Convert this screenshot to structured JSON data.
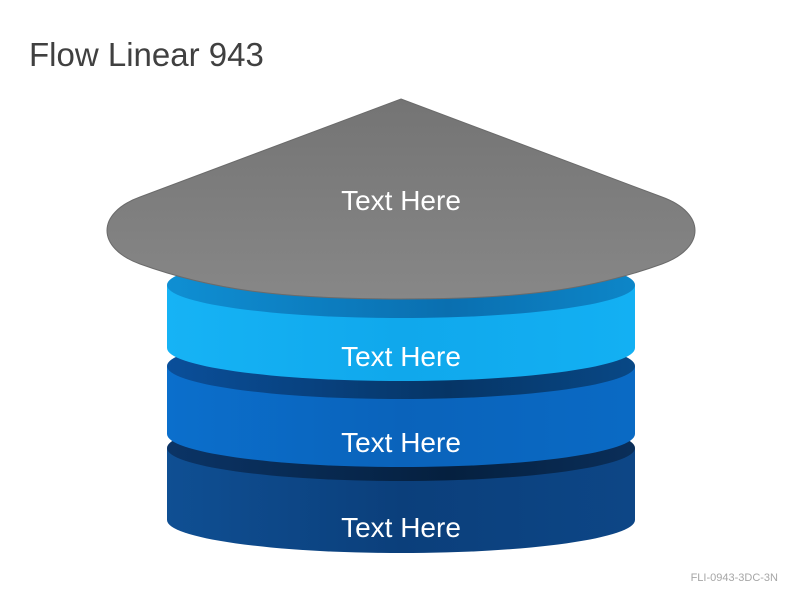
{
  "title": "Flow Linear 943",
  "code": "FLI-0943-3DC-3N",
  "diagram": {
    "cap": {
      "label": "Text Here",
      "color": "#808080"
    },
    "layers": [
      {
        "label": "Text Here",
        "color": "#12AEF2"
      },
      {
        "label": "Text Here",
        "color": "#0A67C3"
      },
      {
        "label": "Text Here",
        "color": "#0D4486"
      }
    ]
  }
}
